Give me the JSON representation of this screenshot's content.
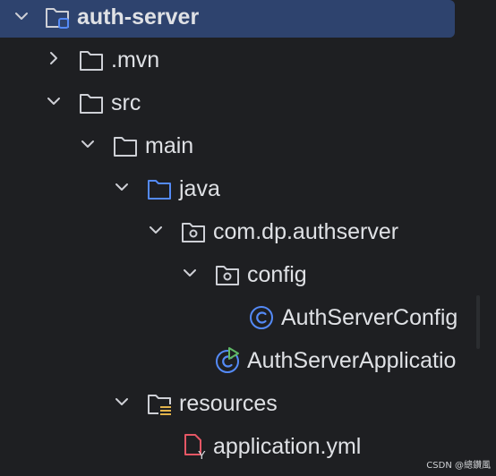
{
  "colors": {
    "background": "#1e1f22",
    "selection": "#2e436e",
    "text": "#dfe1e5",
    "folder_outline": "#ced0d6",
    "source_folder": "#548af7",
    "class_icon": "#548af7",
    "yaml_icon": "#e55765"
  },
  "tree": {
    "root": {
      "label": "auth-server",
      "icon": "module-folder-icon",
      "expanded": true,
      "selected": true
    },
    "mvn": {
      "label": ".mvn",
      "icon": "folder-icon",
      "expanded": false
    },
    "src": {
      "label": "src",
      "icon": "folder-icon",
      "expanded": true
    },
    "main": {
      "label": "main",
      "icon": "folder-icon",
      "expanded": true
    },
    "java": {
      "label": "java",
      "icon": "source-root-folder-icon",
      "expanded": true
    },
    "package": {
      "label": "com.dp.authserver",
      "icon": "package-icon",
      "expanded": true
    },
    "config_pkg": {
      "label": "config",
      "icon": "package-icon",
      "expanded": true
    },
    "config_class": {
      "label": "AuthServerConfig",
      "icon": "class-icon"
    },
    "app_class": {
      "label": "AuthServerApplicatio",
      "icon": "spring-boot-class-icon"
    },
    "resources": {
      "label": "resources",
      "icon": "resources-folder-icon",
      "expanded": true
    },
    "yml": {
      "label": "application.yml",
      "icon": "yaml-file-icon"
    }
  },
  "watermark": "CSDN @總鑽風"
}
